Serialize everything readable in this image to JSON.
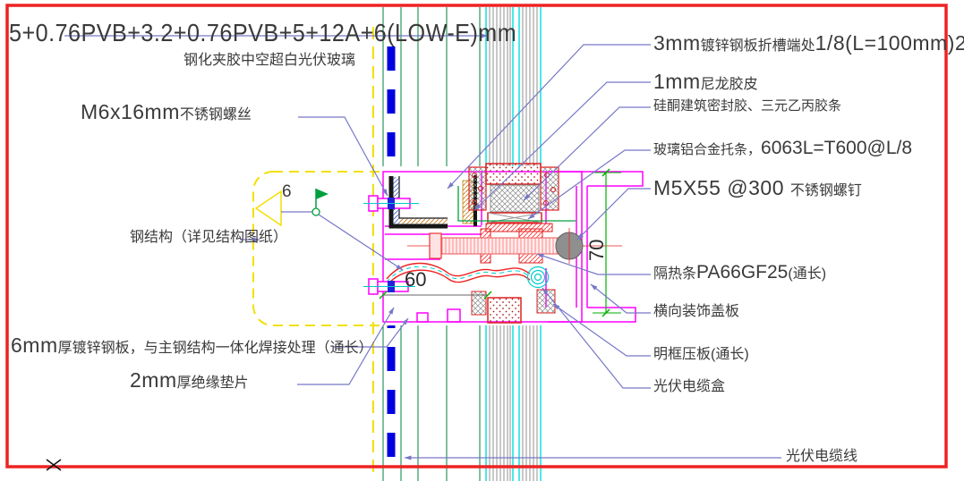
{
  "drawing": {
    "title_line1": "5+0.76PVB+3.2+0.76PVB+5+12A+6(LOW-E)mm",
    "title_line2": "钢化夹胶中空超白光伏玻璃",
    "labels_left": {
      "m6_latin": "M6x16mm",
      "m6_cjk": "不锈钢螺丝",
      "steel_structure": "钢结构（详见结构图纸）",
      "plate6_latin": "6mm",
      "plate6_cjk": "厚镀锌钢板，与主钢结构一体化焊接处理（通长）",
      "gasket2_latin": "2mm",
      "gasket2_cjk": "厚绝缘垫片"
    },
    "labels_right": {
      "r1_latin1": "3mm",
      "r1_cjk": "镀锌钢板折槽端处",
      "r1_latin2": "1/8(L=100mm)2",
      "r2_latin": "1mm",
      "r2_cjk": "尼龙胶皮",
      "r3": "硅酮建筑密封胶、三元乙丙胶条",
      "r4_cjk": "玻璃铝合金托条，",
      "r4_latin": "6063L=T600@L/8",
      "r5_latin": "M5X55 @300 ",
      "r5_cjk": "不锈钢螺钉",
      "r6_cjk1": "隔热条",
      "r6_latin": "PA66GF25",
      "r6_cjk2": "(通长)",
      "r7": "横向装饰盖板",
      "r8": "明框压板(通长)",
      "r9": "光伏电缆盒",
      "r10": "光伏电缆线"
    },
    "dimensions": {
      "width_60": "60",
      "height_70": "70",
      "weld_size": "6"
    },
    "colors": {
      "sheet_border": "#ee2222",
      "aluminum_profile": "#ff00ff",
      "glass_edge": "#00dede",
      "pv_cable_line": "#0000e0",
      "steel_outline_dashed": "#f2e000",
      "leader": "#7777c8",
      "dimension_line": "#00b000",
      "detail_red": "#ee2222"
    }
  }
}
